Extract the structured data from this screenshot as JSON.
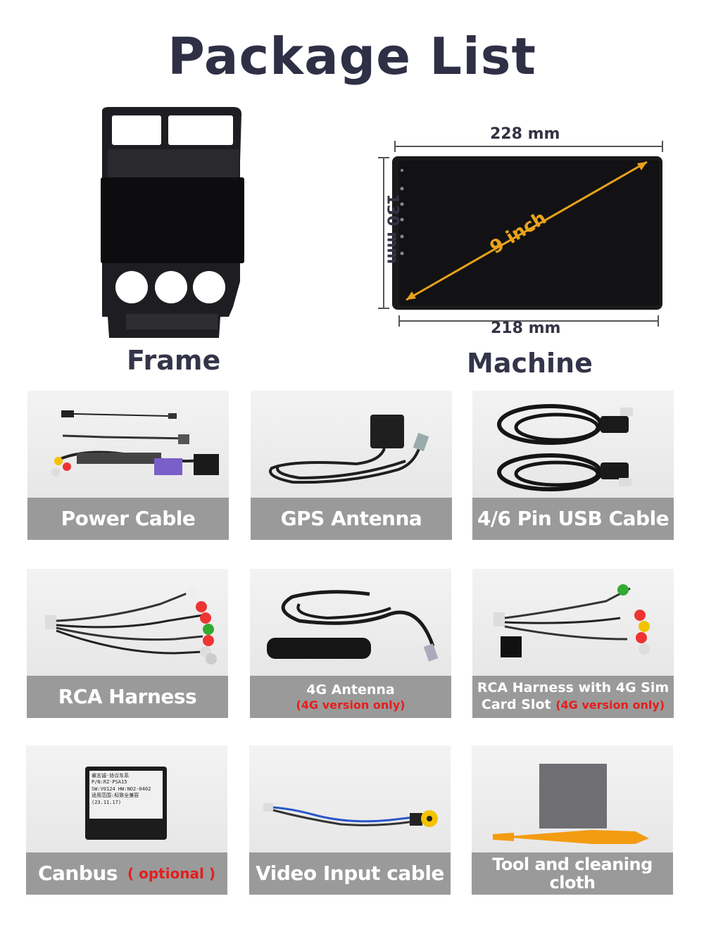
{
  "title": "Package List",
  "frame": {
    "label": "Frame"
  },
  "machine": {
    "label": "Machine",
    "width_text": "228 mm",
    "bottom_text": "218 mm",
    "height_text": "130 mm",
    "diagonal_text": "9 inch"
  },
  "items": [
    {
      "label": "Power Cable"
    },
    {
      "label": "GPS Antenna"
    },
    {
      "label": "4/6 Pin USB Cable"
    },
    {
      "label": "RCA Harness"
    },
    {
      "label": "4G Antenna",
      "note": "(4G version only)"
    },
    {
      "label_line1": "RCA Harness with 4G Sim",
      "label_line2": "Card Slot",
      "note": "(4G version only)"
    },
    {
      "label": "Canbus",
      "note": "( optional )"
    },
    {
      "label": "Video Input cable"
    },
    {
      "label": "Tool and cleaning cloth"
    }
  ],
  "canbus_sticker": {
    "line1": "睿志诚-协议车系",
    "line2": "P/N:RZ-PSA15",
    "line3": "SW:V0124 HW:NO2-0402",
    "line4": "适用范围:标致全兼容 (23.11.17)"
  },
  "colors": {
    "title": "#2f2f46",
    "bar": "#9a9a9a",
    "note_red": "#e41e1e",
    "diagonal": "#e9a21a"
  }
}
